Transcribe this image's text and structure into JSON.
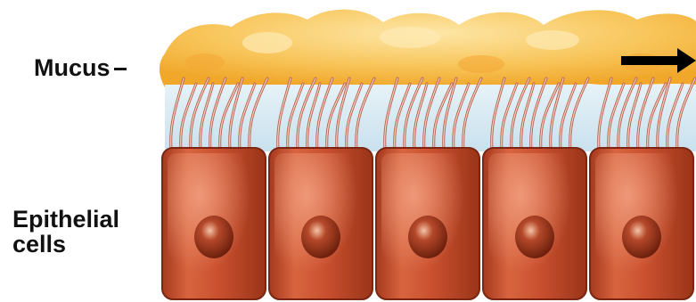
{
  "labels": {
    "mucus": "Mucus",
    "epithelial_line1": "Epithelial",
    "epithelial_line2": "cells"
  },
  "diagram": {
    "cell_count": 5,
    "colors": {
      "mucus": "#f7b733",
      "mucus_light": "#fde7a8",
      "watery_layer": "#d9ecf5",
      "cell_body": "#c8502f",
      "cell_highlight": "#e98a67",
      "cell_edge": "#7a2612",
      "nucleus": "#8a2a14",
      "arrow": "#000000"
    }
  }
}
